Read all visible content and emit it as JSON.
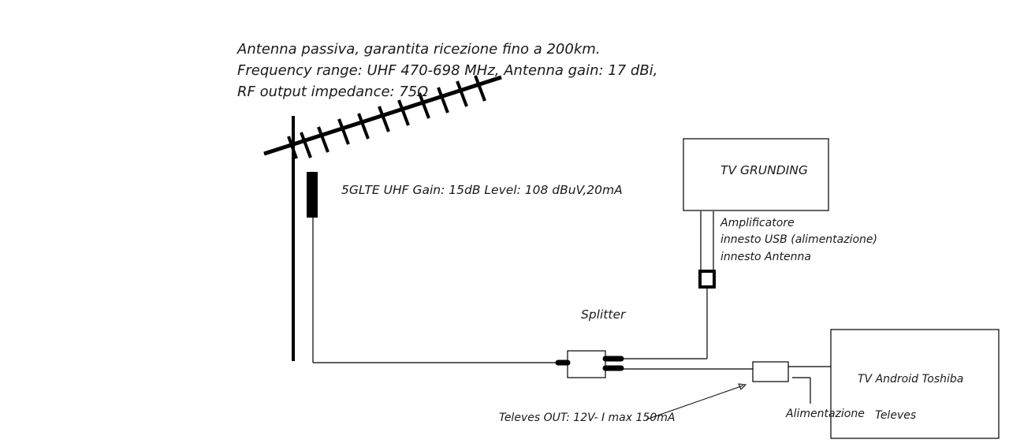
{
  "antenna": {
    "spec_line_1": "Antenna passiva, garantita ricezione fino a 200km.",
    "spec_line_2": "Frequency range: UHF 470-698 MHz, Antenna gain: 17 dBi,",
    "spec_line_3": "RF output impedance: 75Ω"
  },
  "preamp": {
    "label": "5GLTE UHF Gain: 15dB  Level: 108 dBuV,20mA"
  },
  "tv_grunding": {
    "label": "TV GRUNDING"
  },
  "amplifier": {
    "line_1": "Amplificatore",
    "line_2": "innesto USB (alimentazione)",
    "line_3": "innesto Antenna"
  },
  "splitter": {
    "label": "Splitter"
  },
  "televes": {
    "out_label": "Televes OUT: 12V- I max 150mA",
    "power_label": "Alimentazione",
    "name_label": "Televes"
  },
  "tv_toshiba": {
    "label": "TV Android Toshiba"
  },
  "colors": {
    "ink": "#000000",
    "text": "#1a1a1a",
    "background": "#ffffff"
  }
}
